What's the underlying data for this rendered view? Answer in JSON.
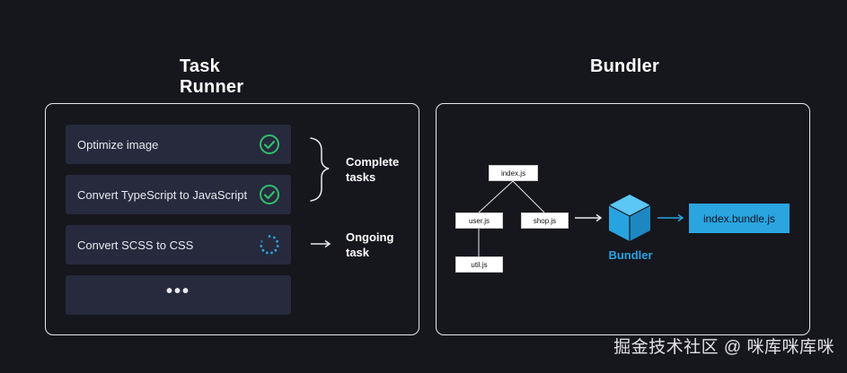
{
  "task_runner": {
    "title": "Task Runner",
    "tasks": [
      {
        "label": "Optimize image",
        "status": "complete"
      },
      {
        "label": "Convert TypeScript to JavaScript",
        "status": "complete"
      },
      {
        "label": "Convert SCSS to CSS",
        "status": "ongoing"
      },
      {
        "label": "•••",
        "status": "pending"
      }
    ],
    "complete_label": [
      "Complete",
      "tasks"
    ],
    "ongoing_label": [
      "Ongoing",
      "task"
    ]
  },
  "bundler": {
    "title": "Bundler",
    "files": {
      "index": "index.js",
      "user": "user.js",
      "shop": "shop.js",
      "util": "util.js"
    },
    "bundler_label": "Bundler",
    "output": "index.bundle.js"
  },
  "watermark": "掘金技术社区 @ 咪库咪库咪",
  "colors": {
    "background": "#16161d",
    "task_bg": "#272a3d",
    "check": "#2fbf6a",
    "accent": "#2aa5e0"
  }
}
